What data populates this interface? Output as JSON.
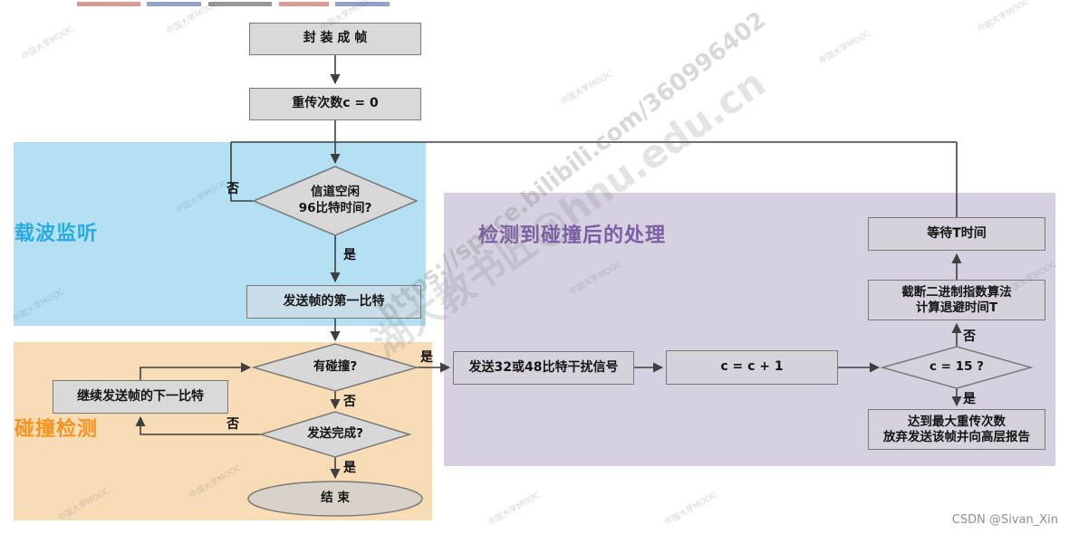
{
  "nodes": {
    "encapsulate_frame": "封 装 成 帧",
    "retry_count_zero": "重传次数c = 0",
    "channel_idle_line1": "信道空闲",
    "channel_idle_line2": "96比特时间?",
    "send_first_bit": "发送帧的第一比特",
    "has_collision": "有碰撞?",
    "send_next_bit": "继续发送帧的下一比特",
    "send_complete": "发送完成?",
    "end": "结 束",
    "send_jam": "发送32或48比特干扰信号",
    "increment_c": "c = c + 1",
    "c_equals_15": "c = 15 ?",
    "max_retry_line1": "达到最大重传次数",
    "max_retry_line2": "放弃发送该帧并向高层报告",
    "backoff_line1": "截断二进制指数算法",
    "backoff_line2": "计算退避时间T",
    "wait_t": "等待T时间"
  },
  "branch_labels": {
    "yes": "是",
    "no": "否"
  },
  "regions": {
    "carrier_sense": "载波监听",
    "collision_detection": "碰撞检测",
    "collision_handling": "检测到碰撞后的处理"
  },
  "colors": {
    "carrier_sense_bg": "#b4e0f4",
    "collision_detection_bg": "#f7dcb6",
    "collision_handling_bg": "#d7d0e0",
    "carrier_sense_label": "#2aabe2",
    "collision_detection_label": "#f7941d",
    "collision_handling_label": "#7a5fa5",
    "node_fill": "#d9d9d9",
    "node_border": "#7a7a7a",
    "arrow": "#3f3f3f"
  },
  "watermarks": {
    "small": "中国大学MOOC",
    "url": "https://space.bilibili.com/360996402",
    "name": "湖大教书匠@hnu.edu.cn"
  },
  "credit": "CSDN @Sivan_Xin"
}
